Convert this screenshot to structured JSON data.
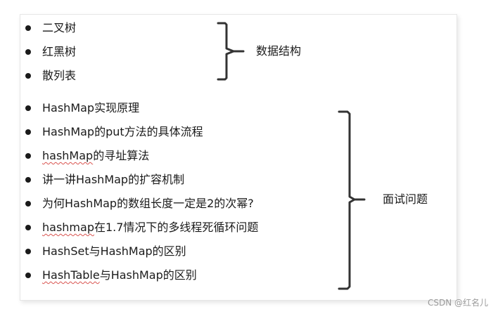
{
  "groups": {
    "data_structures": {
      "title": "数据结构",
      "items": [
        "二叉树",
        "红黑树",
        "散列表"
      ]
    },
    "interview": {
      "title": "面试问题",
      "items": [
        {
          "text": "HashMap实现原理"
        },
        {
          "text": "HashMap的put方法的具体流程"
        },
        {
          "text_underlined": "hashMap",
          "text_rest": "的寻址算法"
        },
        {
          "text": "讲一讲HashMap的扩容机制"
        },
        {
          "text": "为何HashMap的数组长度一定是2的次幂?"
        },
        {
          "text_underlined": "hashmap",
          "text_rest": "在1.7情况下的多线程死循环问题"
        },
        {
          "text": "HashSet与HashMap的区别"
        },
        {
          "text_underlined": "HashTable",
          "text_rest": "与HashMap的区别"
        }
      ]
    }
  },
  "watermark": "CSDN @红名儿"
}
